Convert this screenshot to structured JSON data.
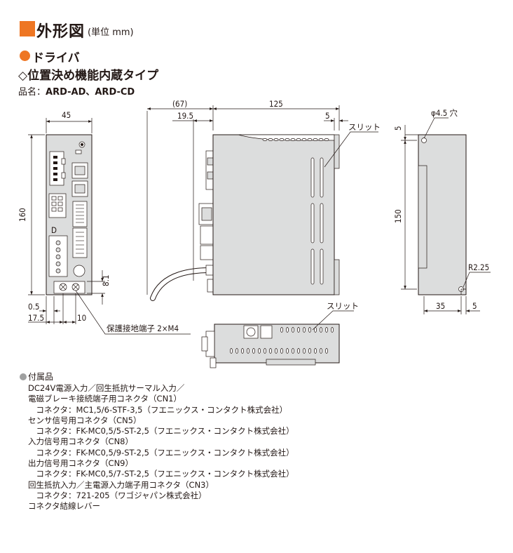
{
  "header": {
    "title": "外形図",
    "unit": "(単位 mm)",
    "section": "ドライバ",
    "subsection": "◇位置決め機能内蔵タイプ",
    "model_label": "品名：",
    "model_value": "ARD-AD、ARD-CD"
  },
  "dimensions": {
    "front_width": "45",
    "front_height": "160",
    "front_d_label": "D",
    "bottom_05": "0.5",
    "bottom_175": "17.5",
    "bottom_10": "10",
    "height_81": "8.1",
    "ground_label": "保護接地端子 2×M4",
    "side_67": "(67)",
    "side_125": "125",
    "side_195": "19.5",
    "side_5": "5",
    "slit_top": "スリット",
    "slit_bottom": "スリット",
    "rear_hole": "φ4.5 穴",
    "rear_5_top": "5",
    "rear_150": "150",
    "rear_r": "R2.25",
    "rear_35": "35",
    "rear_5_bottom": "5"
  },
  "accessories": {
    "heading": "付属品",
    "lines": [
      "DC24V電源入力／回生抵抗サーマル入力／",
      "電磁ブレーキ接続端子用コネクタ（CN1）",
      "　コネクタ：MC1,5/6-STF-3,5（フエニックス・コンタクト株式会社）",
      "センサ信号用コネクタ（CN5）",
      "　コネクタ：FK-MC0,5/5-ST-2,5（フエニックス・コンタクト株式会社）",
      "入力信号用コネクタ（CN8）",
      "　コネクタ：FK-MC0,5/9-ST-2,5（フエニックス・コンタクト株式会社）",
      "出力信号用コネクタ（CN9）",
      "　コネクタ：FK-MC0,5/7-ST-2,5（フエニックス・コンタクト株式会社）",
      "回生抵抗入力／主電源入力端子用コネクタ（CN3）",
      "　コネクタ：721-205（ワゴジャパン株式会社）",
      "コネクタ結線レバー"
    ]
  },
  "colors": {
    "accent": "#ee7623",
    "body_gray": "#dcdddd",
    "line": "#231815",
    "bullet_gray": "#9fa0a0"
  }
}
